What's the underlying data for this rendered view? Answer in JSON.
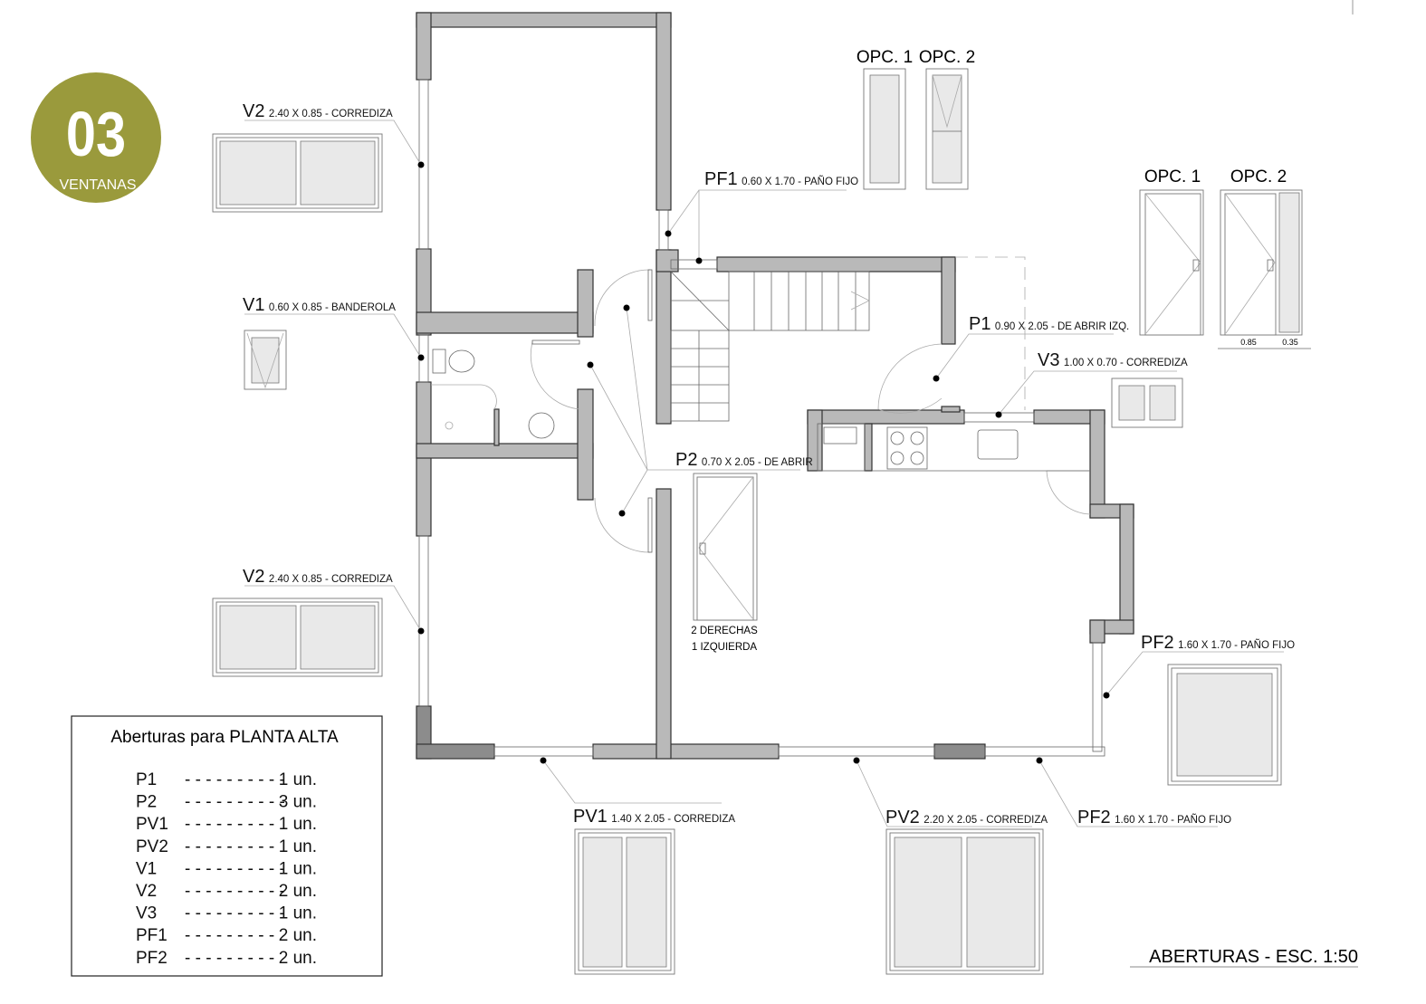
{
  "badge": {
    "number": "03",
    "label": "VENTANAS",
    "color": "#9a9a3c"
  },
  "labels": {
    "v2_top": {
      "code": "V2",
      "spec": "2.40 X 0.85 - CORREDIZA"
    },
    "v1": {
      "code": "V1",
      "spec": "0.60 X 0.85 - BANDEROLA"
    },
    "v2_bottom": {
      "code": "V2",
      "spec": "2.40 X 0.85 - CORREDIZA"
    },
    "pf1": {
      "code": "PF1",
      "spec": "0.60 X 1.70 - PAÑO FIJO"
    },
    "p1": {
      "code": "P1",
      "spec": "0.90 X 2.05 - DE ABRIR IZQ."
    },
    "v3": {
      "code": "V3",
      "spec": "1.00 X 0.70 - CORREDIZA"
    },
    "p2": {
      "code": "P2",
      "spec": "0.70 X 2.05 - DE ABRIR"
    },
    "pf2_right": {
      "code": "PF2",
      "spec": "1.60 X 1.70 - PAÑO FIJO"
    },
    "pv1": {
      "code": "PV1",
      "spec": "1.40 X 2.05 - CORREDIZA"
    },
    "pv2": {
      "code": "PV2",
      "spec": "2.20 X 2.05 - CORREDIZA"
    },
    "pf2_bottom": {
      "code": "PF2",
      "spec": "1.60 X 1.70 - PAÑO FIJO"
    }
  },
  "pf1_options": {
    "opc1": "OPC. 1",
    "opc2": "OPC. 2"
  },
  "p1_options": {
    "opc1": "OPC. 1",
    "opc2": "OPC. 2",
    "dim_door": "0.85",
    "dim_side": "0.35"
  },
  "p2_note": {
    "line1": "2 DERECHAS",
    "line2": "1 IZQUIERDA"
  },
  "legend": {
    "title": "Aberturas para PLANTA ALTA",
    "items": [
      {
        "code": "P1",
        "dashes": "- - - - - - - - - -",
        "qty": "1 un."
      },
      {
        "code": "P2",
        "dashes": "- - - - - - - - - -",
        "qty": "3 un."
      },
      {
        "code": "PV1",
        "dashes": "- - - - - - - - -",
        "qty": "1 un."
      },
      {
        "code": "PV2",
        "dashes": "- - - - - - - - -",
        "qty": "1 un."
      },
      {
        "code": "V1",
        "dashes": "- - - - - - - - - -",
        "qty": "1 un."
      },
      {
        "code": "V2",
        "dashes": "- - - - - - - - - -",
        "qty": "2 un."
      },
      {
        "code": "V3",
        "dashes": "- - - - - - - - - -",
        "qty": "1 un."
      },
      {
        "code": "PF1",
        "dashes": "- - - - - - - - -",
        "qty": "2 un."
      },
      {
        "code": "PF2",
        "dashes": "- - - - - - - - -",
        "qty": "2 un."
      }
    ]
  },
  "footer": {
    "title": "ABERTURAS - ESC. 1:50"
  }
}
